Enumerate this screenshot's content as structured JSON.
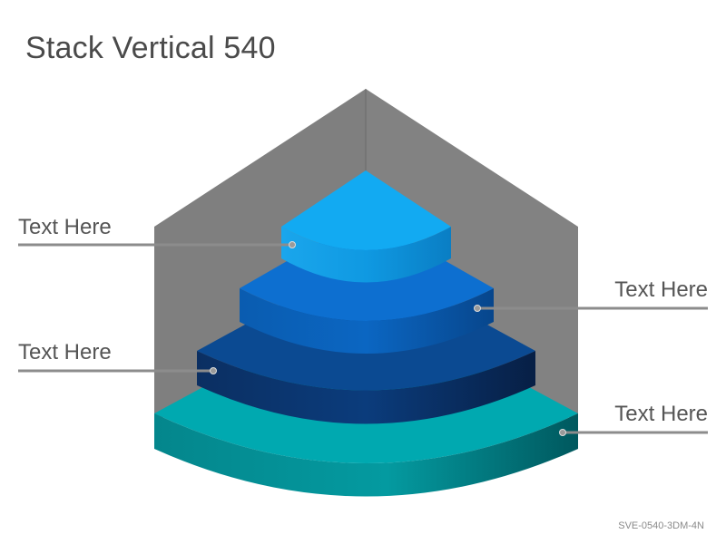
{
  "title": "Stack Vertical 540",
  "footer_code": "SVE-0540-3DM-4N",
  "colors": {
    "backdrop": "#808080",
    "tier1": "#12a8f0",
    "tier2": "#0a6cc8",
    "tier3": "#0c4488",
    "tier4": "#00a6ad",
    "leader_line": "#8c8c8c"
  },
  "labels": [
    {
      "text": "Text Here"
    },
    {
      "text": "Text Here"
    },
    {
      "text": "Text Here"
    },
    {
      "text": "Text Here"
    }
  ]
}
